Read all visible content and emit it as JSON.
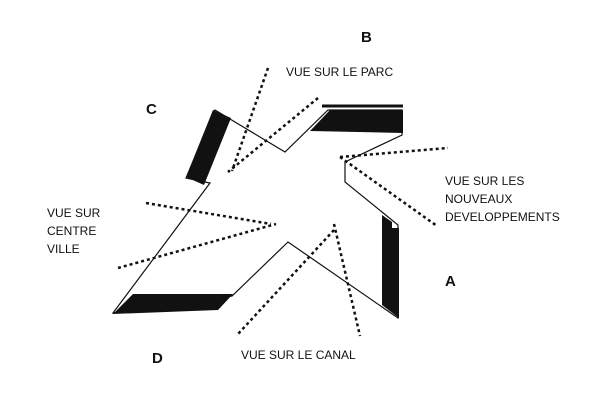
{
  "corners": {
    "a": "A",
    "b": "B",
    "c": "C",
    "d": "D"
  },
  "views": {
    "park": "VUE SUR LE PARC",
    "new_developments": [
      "VUE SUR LES",
      "NOUVEAUX",
      "DEVELOPPEMENTS"
    ],
    "city_centre": [
      "VUE SUR",
      "CENTRE",
      "VILLE"
    ],
    "canal": "VUE SUR LE CANAL"
  },
  "colors": {
    "ink": "#111111",
    "background": "#ffffff"
  }
}
